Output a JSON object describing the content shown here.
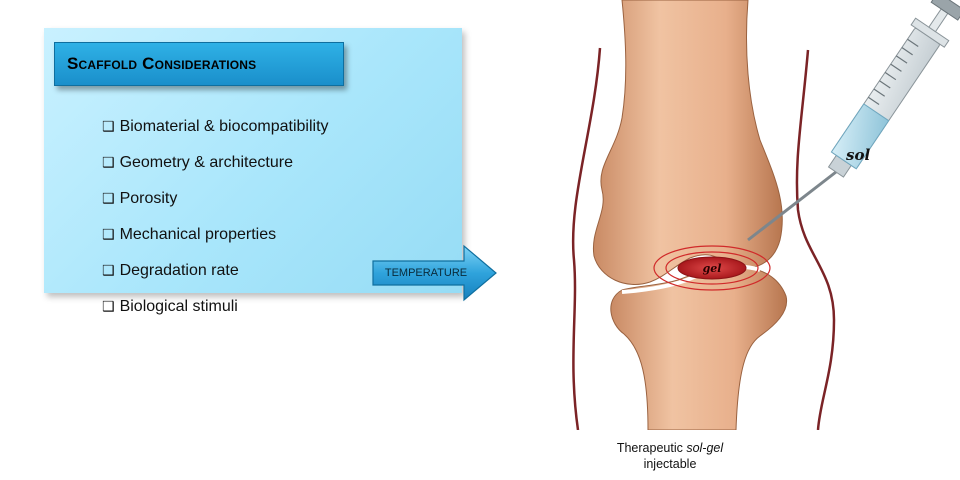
{
  "panel": {
    "title": "Scaffold Considerations",
    "items": [
      "Biomaterial & biocompatibility",
      "Geometry & architecture",
      "Porosity",
      "Mechanical properties",
      "Degradation rate",
      "Biological stimuli"
    ],
    "checkbox_icon": "empty-checkbox-icon"
  },
  "arrow": {
    "label": "TEMPERATURE"
  },
  "illustration": {
    "syringe_label": "sol",
    "gel_label": "gel"
  },
  "caption": {
    "prefix": "Therapeutic ",
    "italic": "sol-gel",
    "suffix": "injectable"
  },
  "colors": {
    "panel": "#a9e6fb",
    "title_box": "#1a8fcb",
    "arrow": "#2a9fd8",
    "bone": "#e7b18d",
    "gel": "#c4262a"
  }
}
